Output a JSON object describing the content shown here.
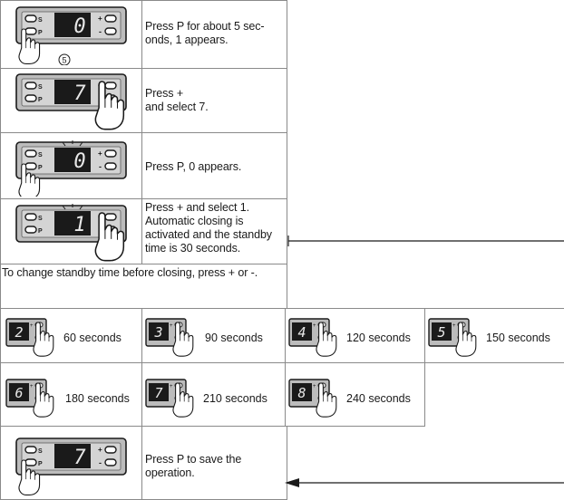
{
  "steps": [
    {
      "text": "Press P for about 5 sec-\nonds, 1 appears.",
      "display": "0",
      "badge": "5"
    },
    {
      "text": "Press +\nand select 7.",
      "display": "7"
    },
    {
      "text": "Press P, 0 appears.",
      "display": "0"
    },
    {
      "text": "Press + and select 1.\nAutomatic closing is\nactivated and the standby\ntime is 30 seconds.",
      "display": "1"
    }
  ],
  "note": "To change standby time before closing, press + or -.",
  "options": [
    {
      "digit": "2",
      "label": "60 seconds"
    },
    {
      "digit": "3",
      "label": "90 seconds"
    },
    {
      "digit": "4",
      "label": "120 seconds"
    },
    {
      "digit": "5",
      "label": "150 seconds"
    },
    {
      "digit": "6",
      "label": "180 seconds"
    },
    {
      "digit": "7",
      "label": "210 seconds"
    },
    {
      "digit": "8",
      "label": "240 seconds"
    }
  ],
  "final_step": {
    "text": "Press P to save the\noperation.",
    "display": "7"
  },
  "panel_labels": {
    "s": "S",
    "p": "P",
    "plus": "+",
    "minus": "-"
  }
}
